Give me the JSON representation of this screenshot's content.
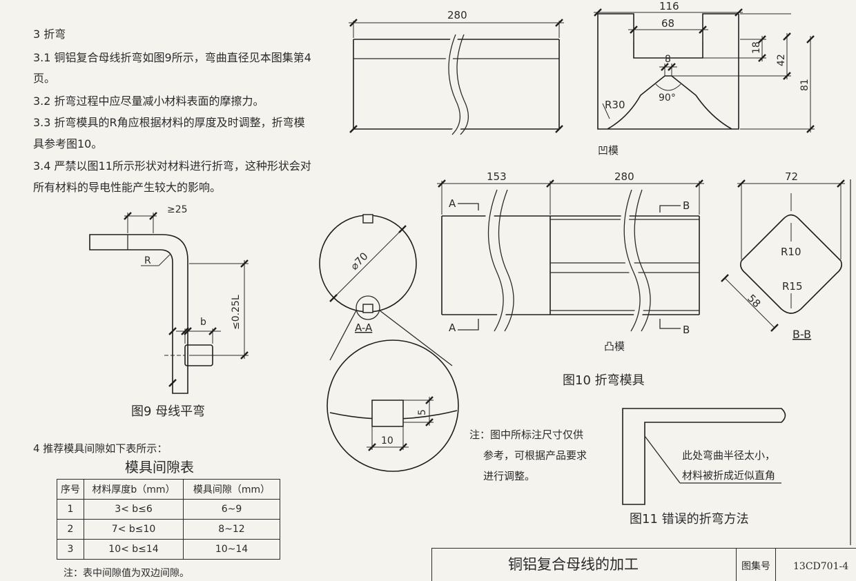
{
  "text": {
    "s3": "3  折弯",
    "s31a": "3.1  铜铝复合母线折弯如图9所示，弯曲直径见本图集第4",
    "s31b": "页。",
    "s32": "3.2  折弯过程中应尽量减小材料表面的摩擦力。",
    "s33a": "3.3  折弯模具的R角应根据材料的厚度及时调整，折弯模",
    "s33b": "具参考图10。",
    "s34a": "3.4  严禁以图11所示形状对材料进行折弯，这种形状会对",
    "s34b": "所有材料的导电性能产生较大的影响。",
    "s4": "4  推荐模具间隙如下表所示："
  },
  "fig9": {
    "caption": "图9  母线平弯",
    "dim_top": "≥25",
    "dim_r": "R",
    "dim_side": "≤0.25L",
    "dim_b": "b"
  },
  "fig10": {
    "caption": "图10  折弯模具",
    "die_label": "凹模",
    "punch_label": "凸模",
    "die_dims": {
      "len": "280",
      "w116": "116",
      "w68": "68",
      "d18": "18",
      "d42": "42",
      "d81": "81",
      "v8": "8",
      "angle": "90°",
      "r30": "R30"
    },
    "punch_dims": {
      "len153": "153",
      "len280": "280",
      "a": "A",
      "b": "B"
    },
    "section_bb": {
      "label": "B-B",
      "w72": "72",
      "r10": "R10",
      "r15": "R15",
      "d58": "58"
    },
    "section_aa": {
      "label": "A-A",
      "dia": "⌀70",
      "slot_w": "10",
      "slot_h": "5"
    }
  },
  "note10": [
    "注：图中所标注尺寸仅供",
    "参考，可根据产品要求",
    "进行调整。"
  ],
  "fig11": {
    "caption": "图11  错误的折弯方法",
    "note": [
      "此处弯曲半径太小，",
      "材料被折成近似直角"
    ]
  },
  "table": {
    "title": "模具间隙表",
    "headers": [
      "序号",
      "材料厚度b（mm）",
      "模具间隙（mm）"
    ],
    "rows": [
      [
        "1",
        "3< b≤6",
        "6~9"
      ],
      [
        "2",
        "7< b≤10",
        "8~12"
      ],
      [
        "3",
        "10< b≤14",
        "10~14"
      ]
    ],
    "note": "注：表中间隙值为双边间隙。"
  },
  "titleblock": {
    "title": "铜铝复合母线的加工",
    "atlas_label": "图集号",
    "atlas_no": "13CD701-4"
  }
}
